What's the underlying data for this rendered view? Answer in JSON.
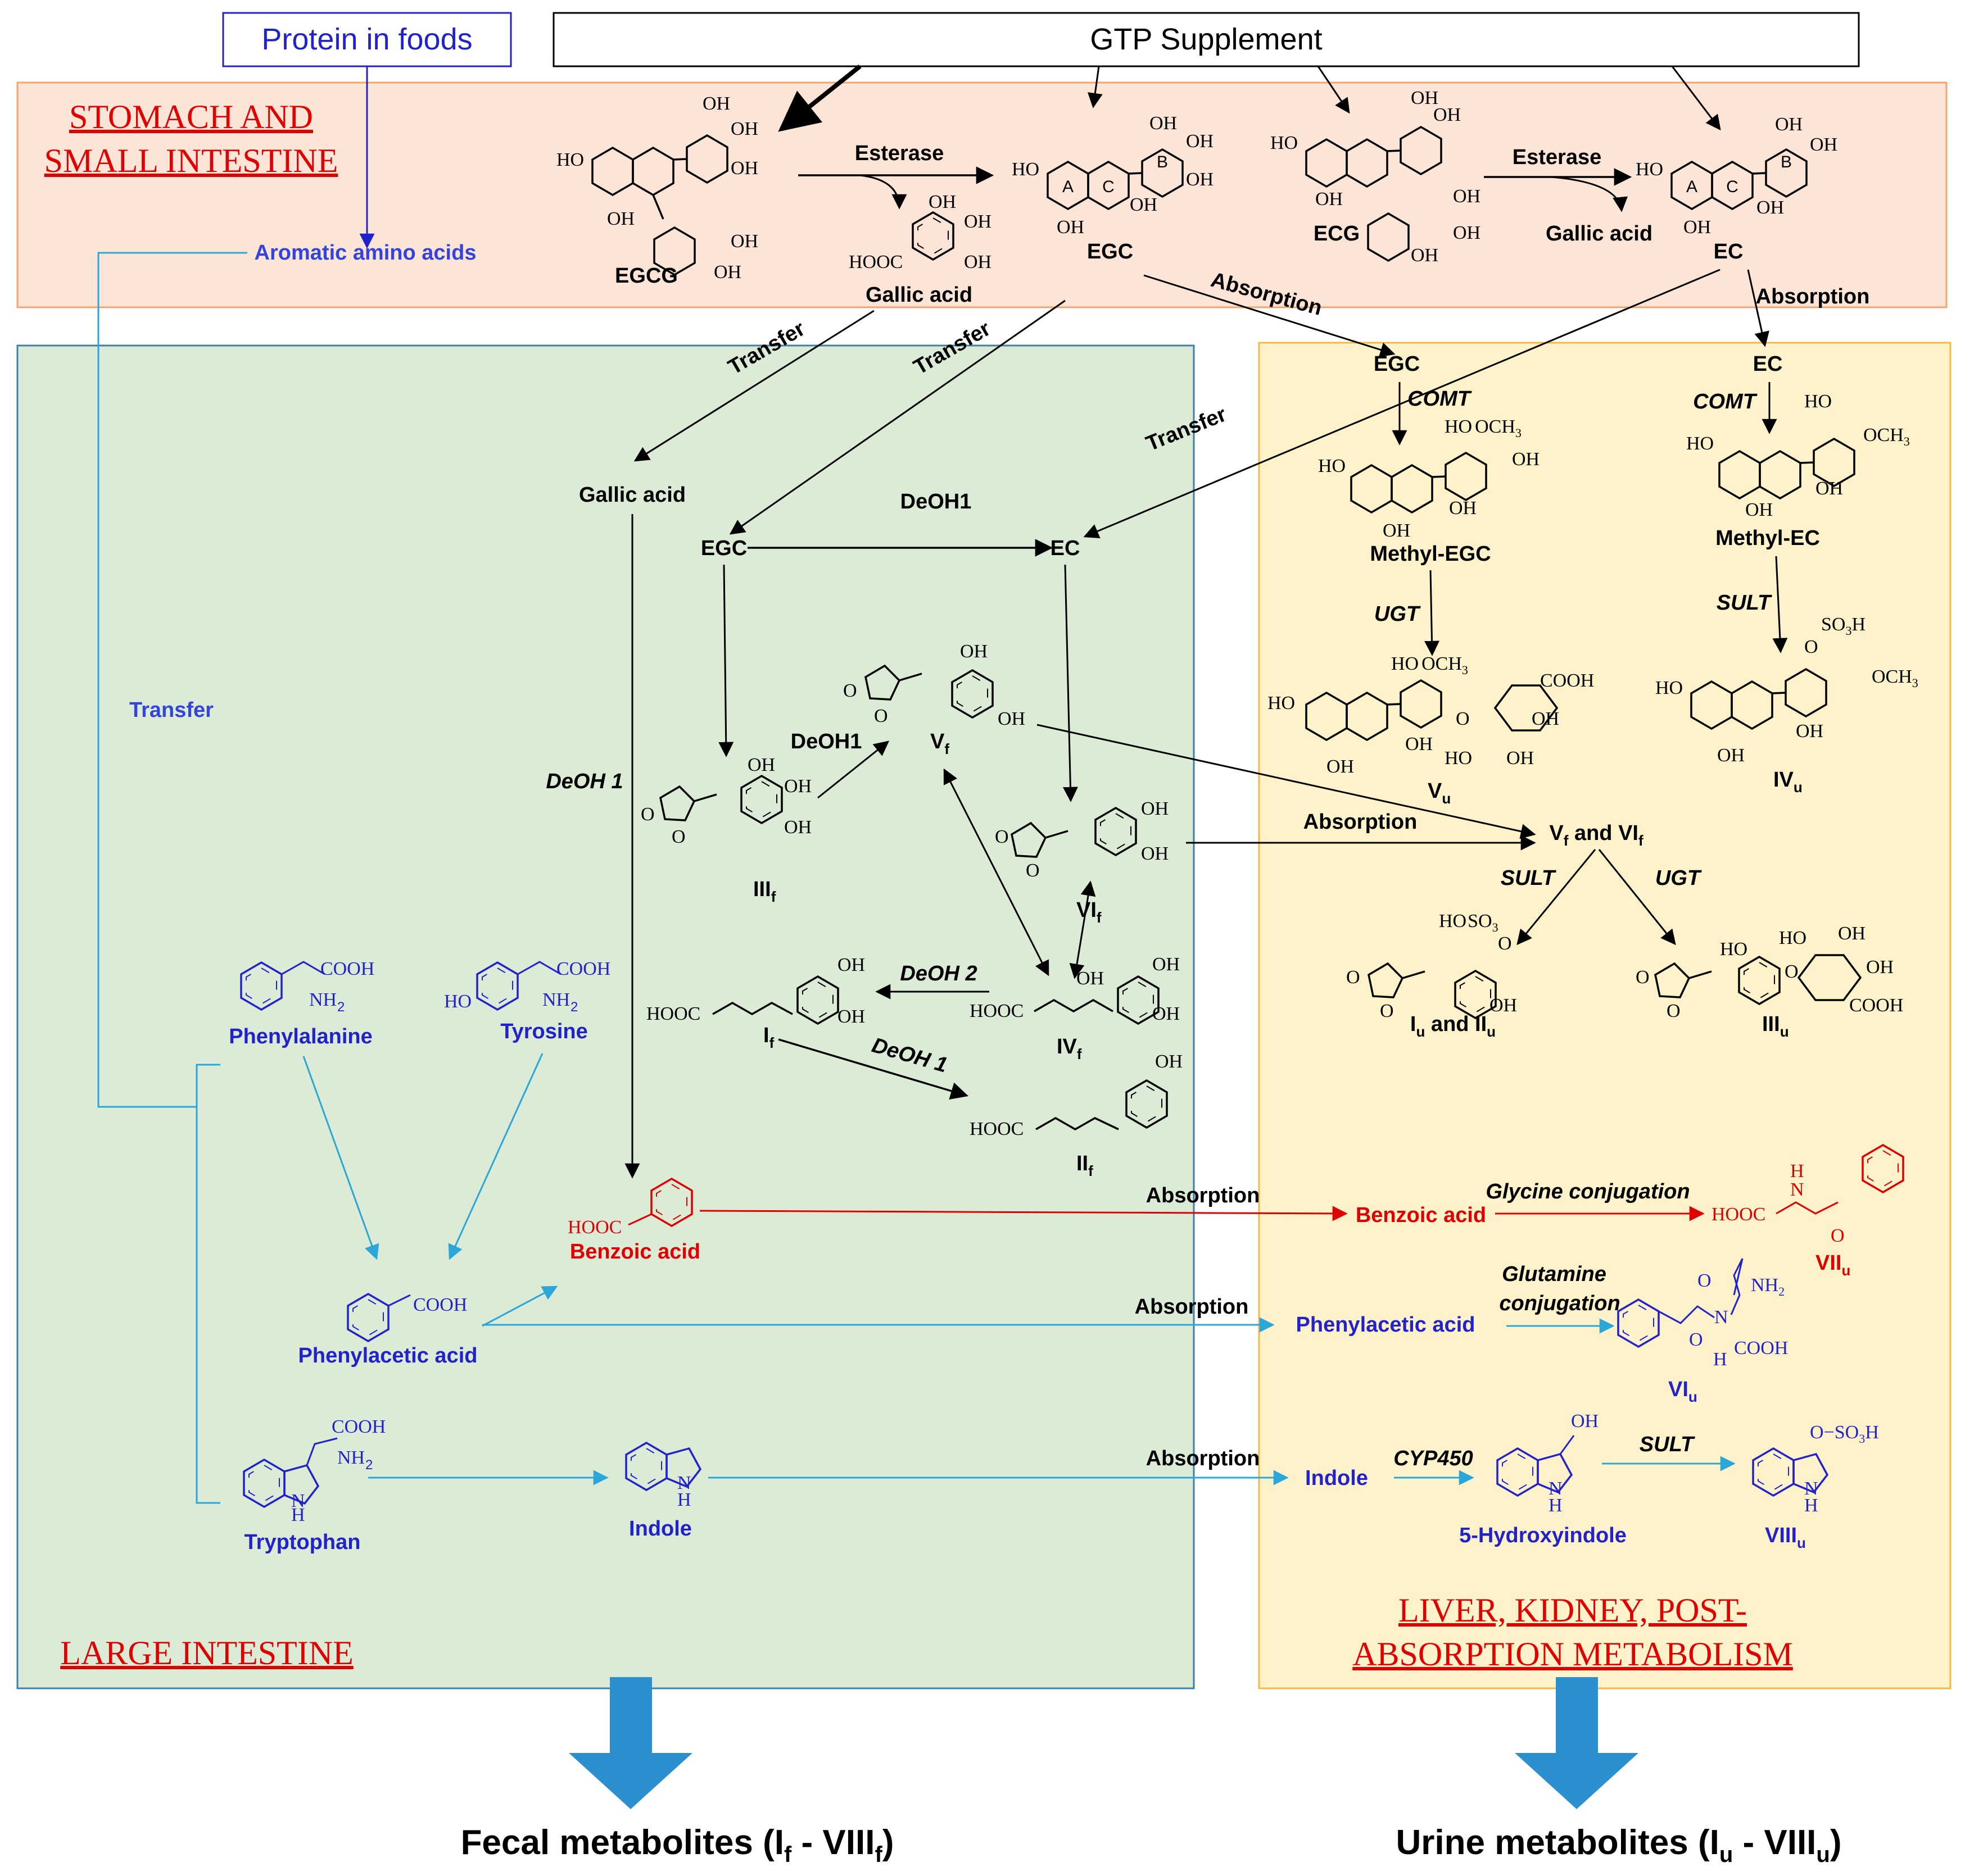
{
  "top": {
    "protein": "Protein in foods",
    "gtp": "GTP Supplement"
  },
  "regions": {
    "stomach": [
      "STOMACH AND",
      "SMALL INTESTINE"
    ],
    "large": "LARGE INTESTINE",
    "liver": [
      "LIVER, KIDNEY, POST-",
      "ABSORPTION METABOLISM"
    ]
  },
  "compounds": {
    "egcg": "EGCG",
    "egc": "EGC",
    "ecg": "ECG",
    "ec": "EC",
    "gallic_acid": "Gallic acid",
    "aromatic": "Aromatic amino acids",
    "methyl_egc": "Methyl-EGC",
    "methyl_ec": "Methyl-EC",
    "vf": "V",
    "vf_sub": "f",
    "vf_vif": [
      "V",
      "f",
      " and VI",
      "f"
    ],
    "iiif": "III",
    "vif": "VI",
    "ivf": "IV",
    "if": "I",
    "iif": "II",
    "f": "f",
    "u": "u",
    "vu": "V",
    "ivu": "IV",
    "iu_iiu": [
      "I",
      "u",
      " and II",
      "u"
    ],
    "iiiu": "III",
    "viiu": "VII",
    "viu": "VI",
    "viiiu": "VIII",
    "phenylalanine": "Phenylalanine",
    "tyrosine": "Tyrosine",
    "phenylacetic": "Phenylacetic acid",
    "tryptophan": "Tryptophan",
    "indole": "Indole",
    "benzoic": "Benzoic acid",
    "hydroxyindole": "5-Hydroxyindole"
  },
  "enzymes": {
    "esterase": "Esterase",
    "absorption": "Absorption",
    "transfer": "Transfer",
    "deoh1": "DeOH1",
    "deoh1_sp": "DeOH 1",
    "deoh2": "DeOH 2",
    "comt": "COMT",
    "ugt": "UGT",
    "sult": "SULT",
    "glycine": "Glycine conjugation",
    "glutamine": [
      "Glutamine",
      "conjugation"
    ],
    "cyp450": "CYP450"
  },
  "groups": {
    "oh": "OH",
    "ho": "HO",
    "hooc": "HOOC",
    "cooh": "COOH",
    "och3": "OCH",
    "so3h": "SO",
    "nh2": "NH",
    "h": "H",
    "n": "N",
    "o": "O",
    "ring_a": "A",
    "ring_b": "B",
    "ring_c": "C"
  },
  "bottom": {
    "fecal": [
      "Fecal metabolites (I",
      "f",
      " - VIII",
      "f",
      ")"
    ],
    "urine": [
      "Urine metabolites (I",
      "u",
      " - VIII",
      "u",
      ")"
    ]
  },
  "colors": {
    "stomach_fill": "#fce4d6",
    "stomach_border": "#f4a36b",
    "large_fill": "#dcebd6",
    "large_border": "#3c7fb1",
    "liver_fill": "#fef2cb",
    "liver_border": "#f4b942",
    "blue_text": "#2222cc",
    "red_text": "#e00000",
    "cyan_line": "#2aa7d8",
    "big_arrow": "#2c8fd0"
  }
}
